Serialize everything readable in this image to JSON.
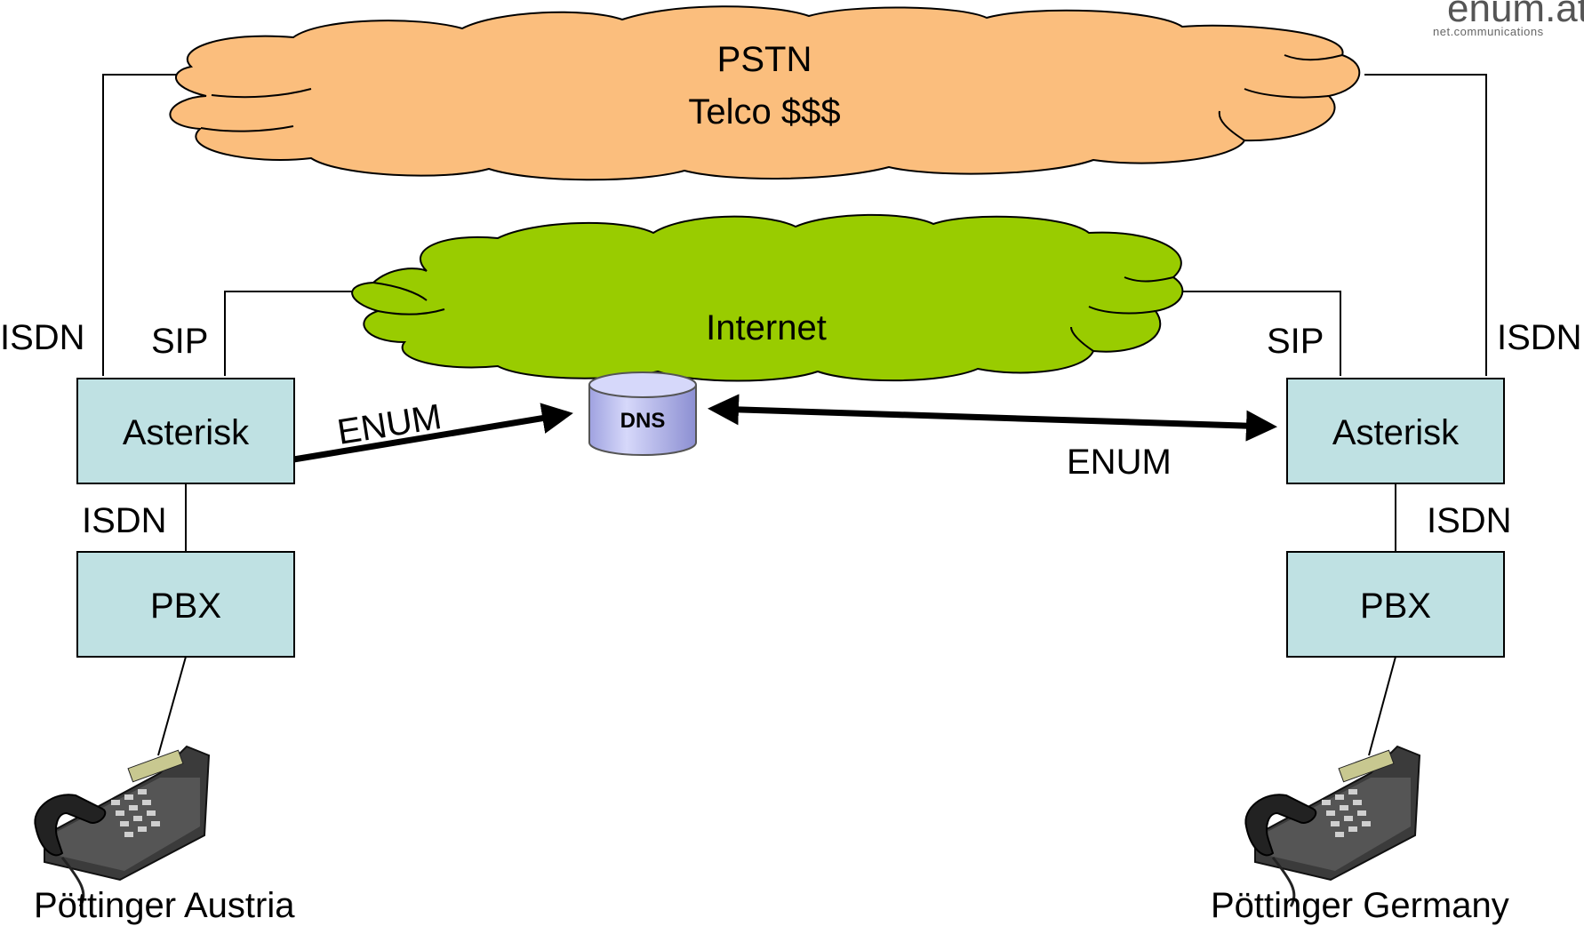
{
  "logo": {
    "main": "enum.at",
    "sub": "net.communications"
  },
  "clouds": {
    "pstn": {
      "line1": "PSTN",
      "line2": "Telco $$$",
      "color": "#FBBE7D"
    },
    "internet": {
      "label": "Internet",
      "color": "#99CC00"
    }
  },
  "dns": {
    "label": "DNS",
    "color": "#C7C9F5"
  },
  "left_site": {
    "asterisk": "Asterisk",
    "pbx": "PBX",
    "isdn_top": "ISDN",
    "sip": "SIP",
    "isdn_link": "ISDN",
    "enum": "ENUM",
    "site_label": "Pöttinger Austria"
  },
  "right_site": {
    "asterisk": "Asterisk",
    "pbx": "PBX",
    "isdn_top": "ISDN",
    "sip": "SIP",
    "isdn_link": "ISDN",
    "enum": "ENUM",
    "site_label": "Pöttinger Germany"
  },
  "colors": {
    "box_fill": "#BFE1E3",
    "line": "#000000"
  },
  "icons": {
    "phone": "desk-phone-icon",
    "database": "database-icon"
  }
}
